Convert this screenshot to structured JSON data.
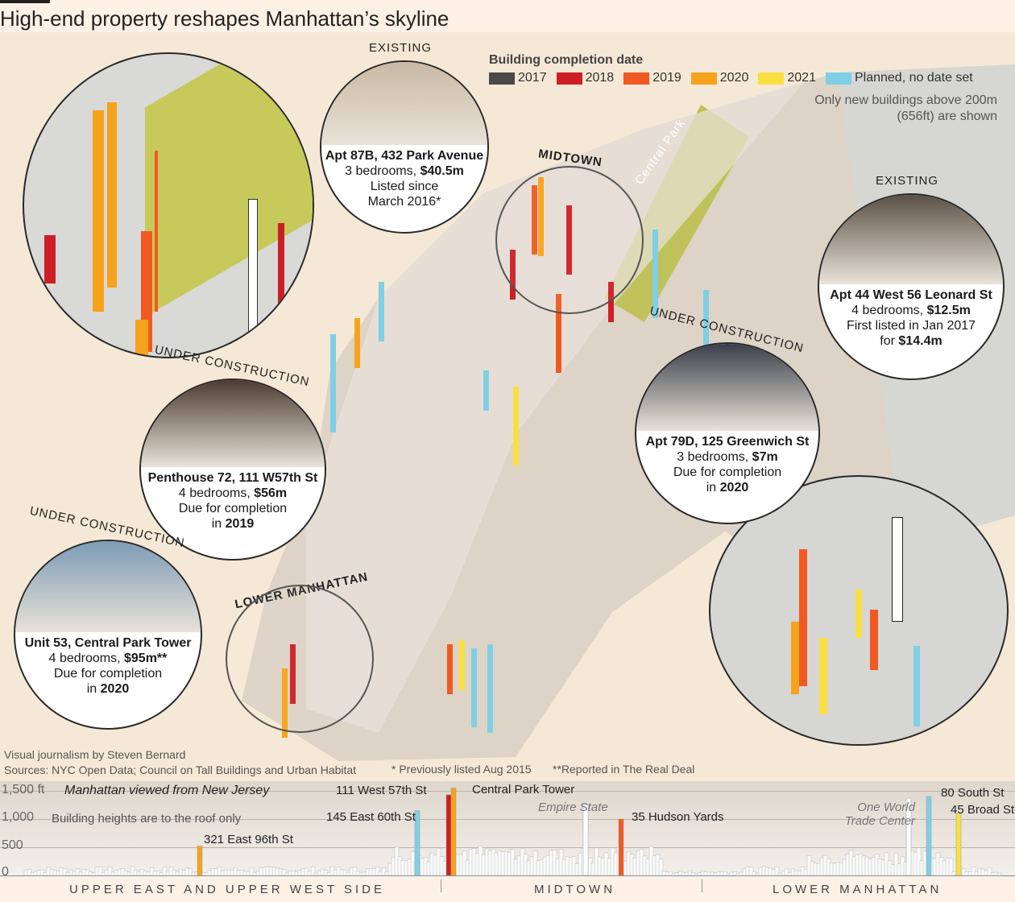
{
  "title": "High-end property reshapes Manhattan’s skyline",
  "legend": {
    "title": "Building completion date",
    "items": [
      {
        "label": "2017",
        "color": "#4a4a4a"
      },
      {
        "label": "2018",
        "color": "#cc1f25"
      },
      {
        "label": "2019",
        "color": "#f05a22"
      },
      {
        "label": "2020",
        "color": "#f7a21b"
      },
      {
        "label": "2021",
        "color": "#f9e040"
      },
      {
        "label": "Planned, no date set",
        "color": "#7fcfe6"
      }
    ]
  },
  "note": "Only new buildings above 200m (656ft) are shown",
  "map_labels": {
    "midtown": "MIDTOWN",
    "central_park": "Central Park",
    "lower_manhattan": "LOWER MANHATTAN"
  },
  "callouts": [
    {
      "status": "EXISTING",
      "name": "Apt 87B, 432 Park Avenue",
      "beds": "3 bedrooms, ",
      "price": "$40.5m",
      "l3": "Listed since",
      "l4": "March 2016*",
      "l4b": ""
    },
    {
      "status": "EXISTING",
      "name": "Apt 44 West 56 Leonard St",
      "beds": "4 bedrooms, ",
      "price": "$12.5m",
      "l3": "First listed in Jan 2017",
      "l4": "for ",
      "l4b": "$14.4m"
    },
    {
      "status": "UNDER CONSTRUCTION",
      "name": "Apt 79D, 125 Greenwich St",
      "beds": "3 bedrooms, ",
      "price": "$7m",
      "l3": "Due for completion",
      "l4": "in ",
      "l4b": "2020"
    },
    {
      "status": "UNDER CONSTRUCTION",
      "name": "Penthouse 72, 111 W57th St",
      "beds": "4 bedrooms, ",
      "price": "$56m",
      "l3": "Due for completion",
      "l4": "in ",
      "l4b": "2019"
    },
    {
      "status": "UNDER CONSTRUCTION",
      "name": "Unit 53, Central Park Tower",
      "beds": "4 bedrooms, ",
      "price": "$95m**",
      "l3": "Due for completion",
      "l4": "in ",
      "l4b": "2020"
    }
  ],
  "credits": {
    "byline": "Visual journalism by Steven Bernard",
    "sources": "Sources: NYC Open Data; Council on Tall Buildings and Urban Habitat",
    "fn1": "* Previously listed Aug 2015",
    "fn2": "**Reported in The Real Deal"
  },
  "skyline": {
    "ticks": [
      "1,500 ft",
      "1,000",
      "500",
      "0"
    ],
    "subtitle": "Manhattan viewed from New Jersey",
    "caption": "Building heights are to the roof only",
    "sections": [
      "UPPER EAST AND UPPER WEST SIDE",
      "MIDTOWN",
      "LOWER MANHATTAN"
    ],
    "buildings": [
      {
        "name": "321 East 96th St",
        "height_ft": 520,
        "color": "#f7a21b"
      },
      {
        "name": "145 East 60th St",
        "height_ft": 1150,
        "color": "#7fcfe6"
      },
      {
        "name": "111 West 57th St",
        "height_ft": 1430,
        "color": "#cc1f25"
      },
      {
        "name": "Central Park Tower",
        "height_ft": 1550,
        "color": "#f7a21b"
      },
      {
        "name": "Empire State",
        "height_ft": 1250,
        "color": "#ffffff"
      },
      {
        "name": "35 Hudson Yards",
        "height_ft": 1000,
        "color": "#f05a22"
      },
      {
        "name": "One World Trade Center",
        "height_ft": 1370,
        "color": "#ffffff"
      },
      {
        "name": "80 South St",
        "height_ft": 1400,
        "color": "#7fcfe6"
      },
      {
        "name": "45 Broad St",
        "height_ft": 1100,
        "color": "#f9e040"
      }
    ]
  }
}
